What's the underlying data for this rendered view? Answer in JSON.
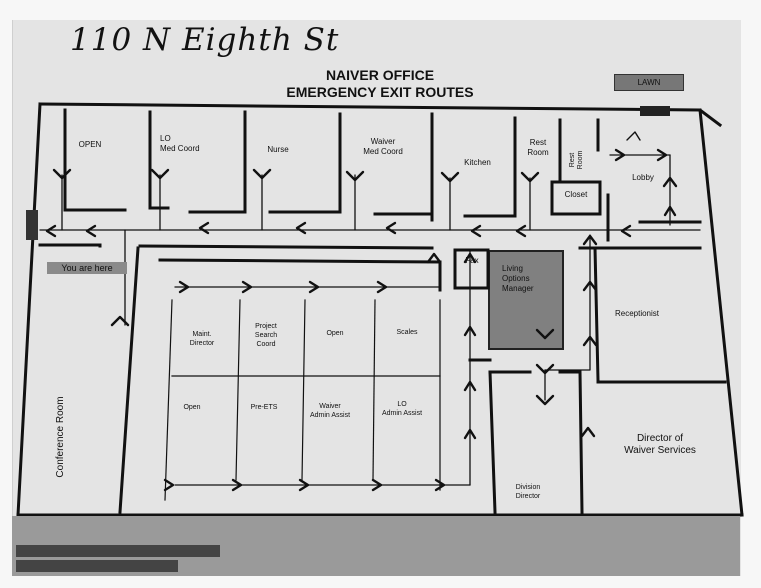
{
  "handwritten_address": "110 N Eighth St",
  "title_line1": "NAIVER OFFICE",
  "title_line2": "EMERGENCY EXIT ROUTES",
  "lawn_label": "LAWN",
  "you_are_here": "You are here",
  "rooms": {
    "open_top": "OPEN",
    "lo_med_coord": "LO\nMed Coord",
    "nurse": "Nurse",
    "waiver_med_coord": "Waiver\nMed Coord",
    "kitchen": "Kitchen",
    "rest_room_1": "Rest\nRoom",
    "rest_room_2": "Rest\nRoom",
    "closet": "Closet",
    "lobby": "Lobby",
    "fax": "Fax",
    "living_options_manager": "Living\nOptions\nManager",
    "receptionist": "Receptionist",
    "maint_director": "Maint.\nDirector",
    "project_search_coord": "Project\nSearch\nCoord",
    "open_mid": "Open",
    "scales": "Scales",
    "open_low": "Open",
    "pre_ets": "Pre-ETS",
    "waiver_admin_assist": "Waiver\nAdmin Assist",
    "lo_admin_assist": "LO\nAdmin Assist",
    "conference_room": "Conference Room",
    "division_director": "Division\nDirector",
    "director_waiver_services": "Director of\nWaiver Services"
  },
  "colors": {
    "wall": "#111111",
    "paper": "#e4e4e4",
    "manager_fill": "#808080"
  }
}
